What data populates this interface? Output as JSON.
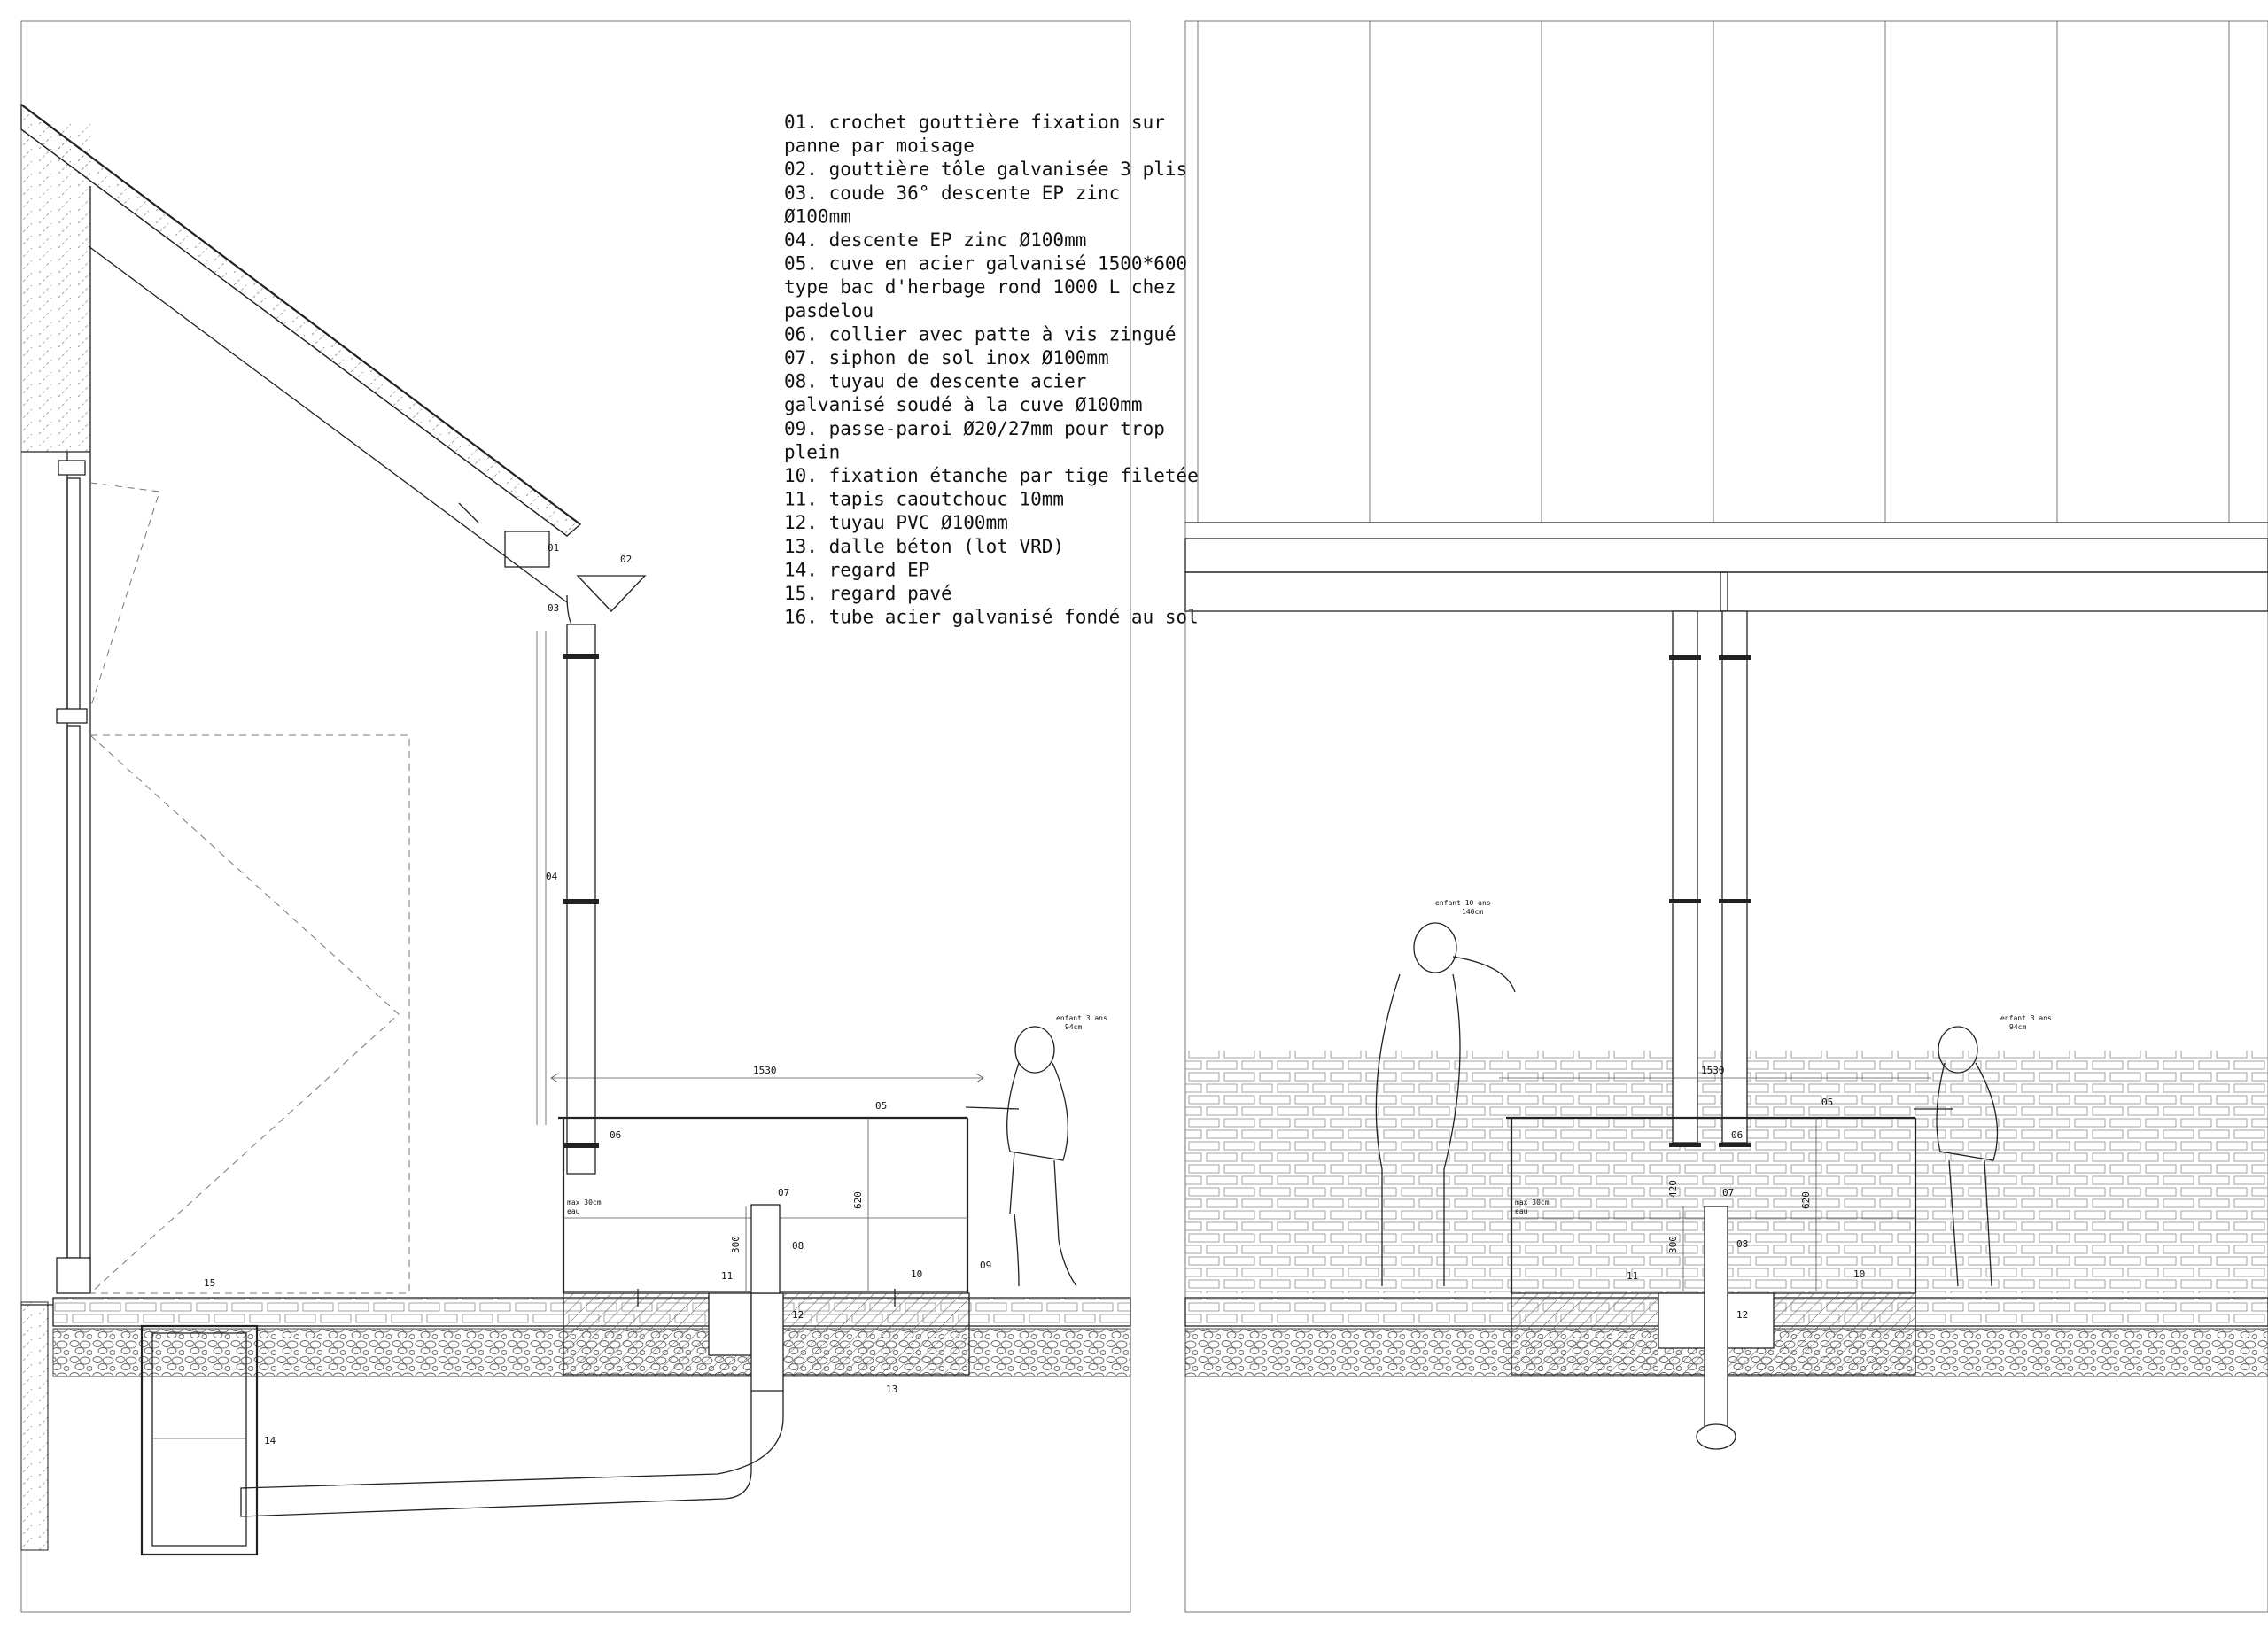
{
  "legend": [
    "01. crochet gouttière fixation sur",
    "panne par moisage",
    "02. gouttière tôle galvanisée 3 plis",
    "03. coude 36° descente EP zinc",
    "Ø100mm",
    "04. descente EP zinc Ø100mm",
    "05. cuve en acier galvanisé 1500*600",
    "type bac d'herbage rond 1000 L chez",
    "pasdelou",
    "06. collier avec patte à vis zingué",
    "07. siphon de sol inox Ø100mm",
    "08. tuyau de descente acier",
    "galvanisé soudé à la cuve Ø100mm",
    "09. passe-paroi Ø20/27mm pour trop",
    "plein",
    "10. fixation étanche par tige filetée",
    "11. tapis caoutchouc 10mm",
    "12. tuyau PVC Ø100mm",
    "13. dalle béton (lot VRD)",
    "14. regard EP",
    "15. regard pavé",
    "16. tube acier galvanisé fondé au sol"
  ],
  "left_section": {
    "tags": [
      "01",
      "02",
      "03",
      "04",
      "05",
      "06",
      "07",
      "08",
      "09",
      "10",
      "11",
      "12",
      "13",
      "14",
      "15"
    ],
    "dim_width": "1530",
    "dim_height_tank": "620",
    "dim_height_drain": "300",
    "water_max_line1": "max 30cm",
    "water_max_line2": "eau",
    "child_label_line1": "enfant 3 ans",
    "child_label_line2": "94cm"
  },
  "right_section": {
    "tags": [
      "05",
      "06",
      "07",
      "08",
      "10",
      "11",
      "12"
    ],
    "dim_width": "1530",
    "dim_height_tank": "620",
    "dim_height_drain": "300",
    "dim_height_sub": "420",
    "water_max_line1": "max 30cm",
    "water_max_line2": "eau",
    "child_small_line1": "enfant 3 ans",
    "child_small_line2": "94cm",
    "child_tall_line1": "enfant 10 ans",
    "child_tall_line2": "140cm"
  }
}
